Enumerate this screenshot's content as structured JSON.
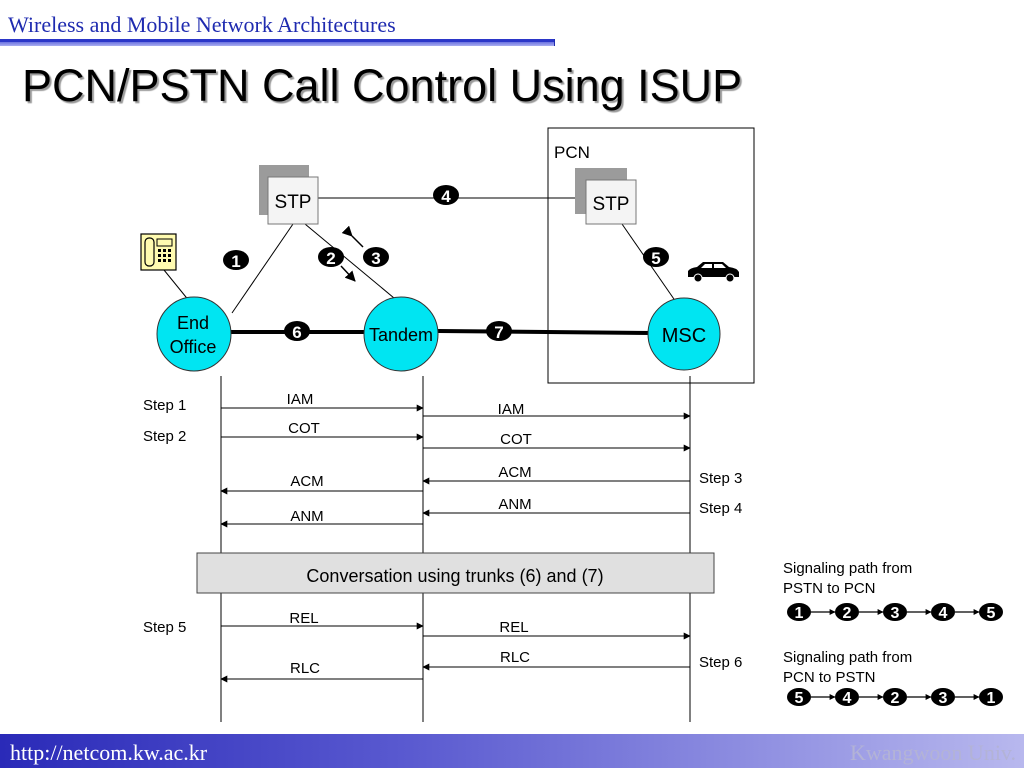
{
  "header": {
    "course_title": "Wireless and Mobile Network Architectures"
  },
  "slide": {
    "title": "PCN/PSTN Call Control Using ISUP"
  },
  "network": {
    "pcn_label": "PCN",
    "left_stp_label": "STP",
    "right_stp_label": "STP",
    "end_office_label": [
      "End",
      "Office"
    ],
    "tandem_label": "Tandem",
    "msc_label": "MSC",
    "link_numbers": {
      "n1": "1",
      "n2": "2",
      "n3": "3",
      "n4": "4",
      "n5": "5",
      "n6": "6",
      "n7": "7"
    }
  },
  "steps": {
    "left": [
      "Step 1",
      "Step 2",
      "Step 5"
    ],
    "right": [
      "Step 3",
      "Step 4",
      "Step 6"
    ]
  },
  "messages": {
    "iam_1": "IAM",
    "iam_2": "IAM",
    "cot_1": "COT",
    "cot_2": "COT",
    "acm_1": "ACM",
    "acm_2": "ACM",
    "anm_1": "ANM",
    "anm_2": "ANM",
    "rel_1": "REL",
    "rel_2": "REL",
    "rlc_1": "RLC",
    "rlc_2": "RLC"
  },
  "conversation_label": "Conversation using trunks (6) and (7)",
  "legend": {
    "pstn_to_pcn": {
      "lines": [
        "Signaling path from",
        "PSTN to PCN"
      ],
      "sequence": [
        "1",
        "2",
        "3",
        "4",
        "5"
      ]
    },
    "pcn_to_pstn": {
      "lines": [
        "Signaling path from",
        "PCN to PSTN"
      ],
      "sequence": [
        "5",
        "4",
        "2",
        "3",
        "1"
      ]
    }
  },
  "footer": {
    "url": "http://netcom.kw.ac.kr",
    "university": "Kwangwoon Univ."
  },
  "colors": {
    "node_fill": "#00e5f2",
    "header_blue": "#1f2bb0",
    "conversation_fill": "#e0e0e0"
  }
}
